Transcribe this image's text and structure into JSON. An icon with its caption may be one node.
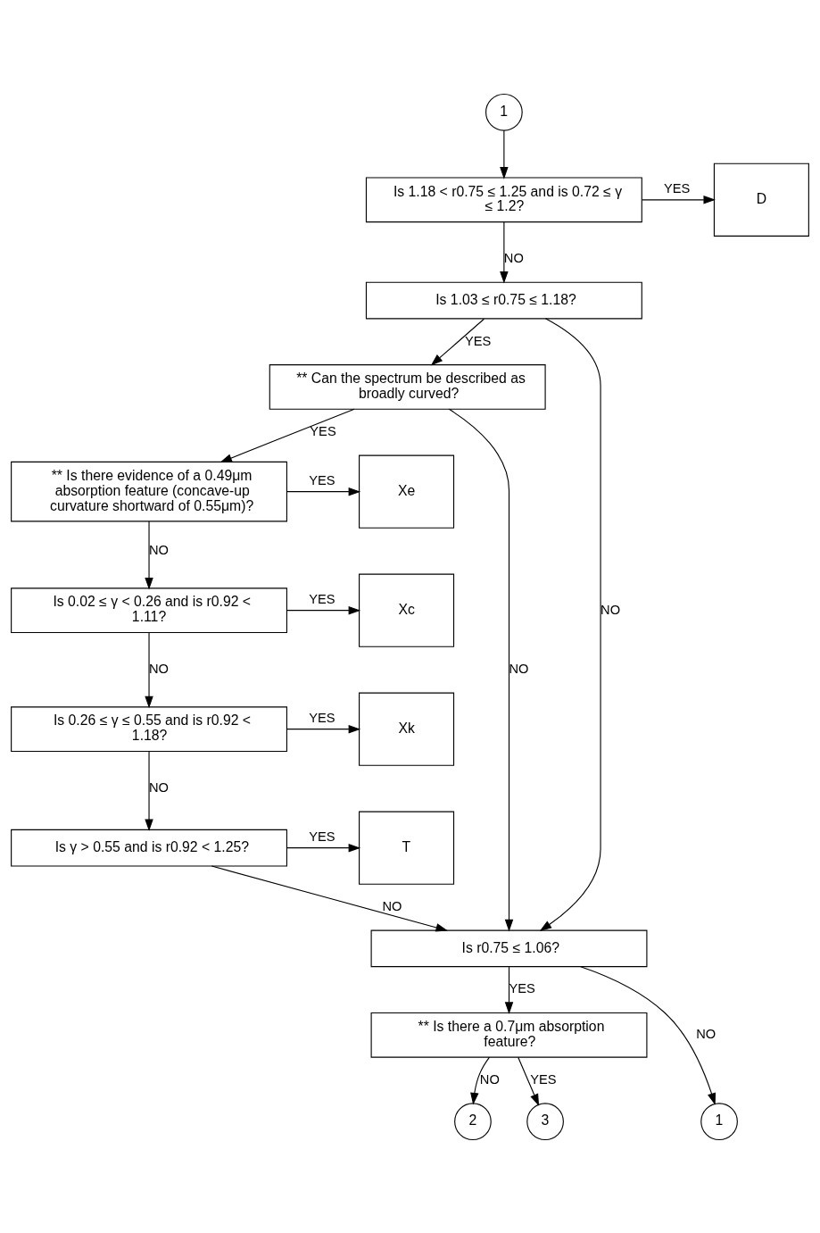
{
  "diagram": {
    "nodes": [
      {
        "text": [
          "1"
        ]
      },
      {
        "text": [
          "Is 1.18 < r0.75 ≤ 1.25 and is 0.72 ≤ γ ≤ 1.2?"
        ]
      },
      {
        "text": [
          "D"
        ]
      },
      {
        "text": [
          "Is 1.03 ≤ r0.75 ≤ 1.18?"
        ]
      },
      {
        "text": [
          "** Can the spectrum be described as broadly curved?"
        ]
      },
      {
        "text": [
          "** Is there evidence of a 0.49μm absorption feature (concave-up curvature shortward of 0.55μm)?"
        ]
      },
      {
        "text": [
          "Xe"
        ]
      },
      {
        "text": [
          "Is 0.02 ≤ γ < 0.26 and is r0.92 < 1.11?"
        ]
      },
      {
        "text": [
          "Xc"
        ]
      },
      {
        "text": [
          "Is 0.26 ≤ γ ≤ 0.55 and is r0.92 < 1.18?"
        ]
      },
      {
        "text": [
          "Xk"
        ]
      },
      {
        "text": [
          "Is γ > 0.55 and is r0.92 < 1.25?"
        ]
      },
      {
        "text": [
          "T"
        ]
      },
      {
        "text": [
          "Is r0.75 ≤ 1.06?"
        ]
      },
      {
        "text": [
          "** Is there a 0.7μm absorption feature?"
        ]
      },
      {
        "text": [
          "1"
        ]
      },
      {
        "text": [
          "2"
        ]
      },
      {
        "text": [
          "3"
        ]
      }
    ],
    "edges": [
      {
        "from": 0,
        "to": 1,
        "arrow": "to"
      },
      {
        "from": 1,
        "to": 2,
        "arrow": "to",
        "label": "YES"
      },
      {
        "from": 1,
        "to": 3,
        "arrow": "to",
        "label": "NO"
      },
      {
        "from": 3,
        "to": 13,
        "arrow": "to",
        "label": "NO"
      },
      {
        "from": 3,
        "to": 4,
        "arrow": "to",
        "label": "YES"
      },
      {
        "from": 4,
        "to": 13,
        "arrow": "to",
        "label": "NO"
      },
      {
        "from": 4,
        "to": 5,
        "arrow": "to",
        "label": "YES"
      },
      {
        "from": 5,
        "to": 6,
        "arrow": "to",
        "label": "YES"
      },
      {
        "from": 5,
        "to": 7,
        "arrow": "to",
        "label": "NO"
      },
      {
        "from": 7,
        "to": 8,
        "arrow": "to",
        "label": "YES"
      },
      {
        "from": 7,
        "to": 9,
        "arrow": "to",
        "label": "NO"
      },
      {
        "from": 9,
        "to": 10,
        "arrow": "to",
        "label": "YES"
      },
      {
        "from": 9,
        "to": 11,
        "arrow": "to",
        "label": "NO"
      },
      {
        "from": 11,
        "to": 12,
        "arrow": "to",
        "label": "YES"
      },
      {
        "from": 11,
        "to": 13,
        "arrow": "to",
        "label": "NO"
      },
      {
        "from": 13,
        "to": 15,
        "arrow": "to",
        "label": "NO"
      },
      {
        "from": 13,
        "to": 14,
        "arrow": "to",
        "label": "YES"
      },
      {
        "from": 14,
        "to": 16,
        "arrow": "to",
        "label": "NO"
      },
      {
        "from": 14,
        "to": 17,
        "arrow": "to",
        "label": "YES"
      }
    ]
  }
}
